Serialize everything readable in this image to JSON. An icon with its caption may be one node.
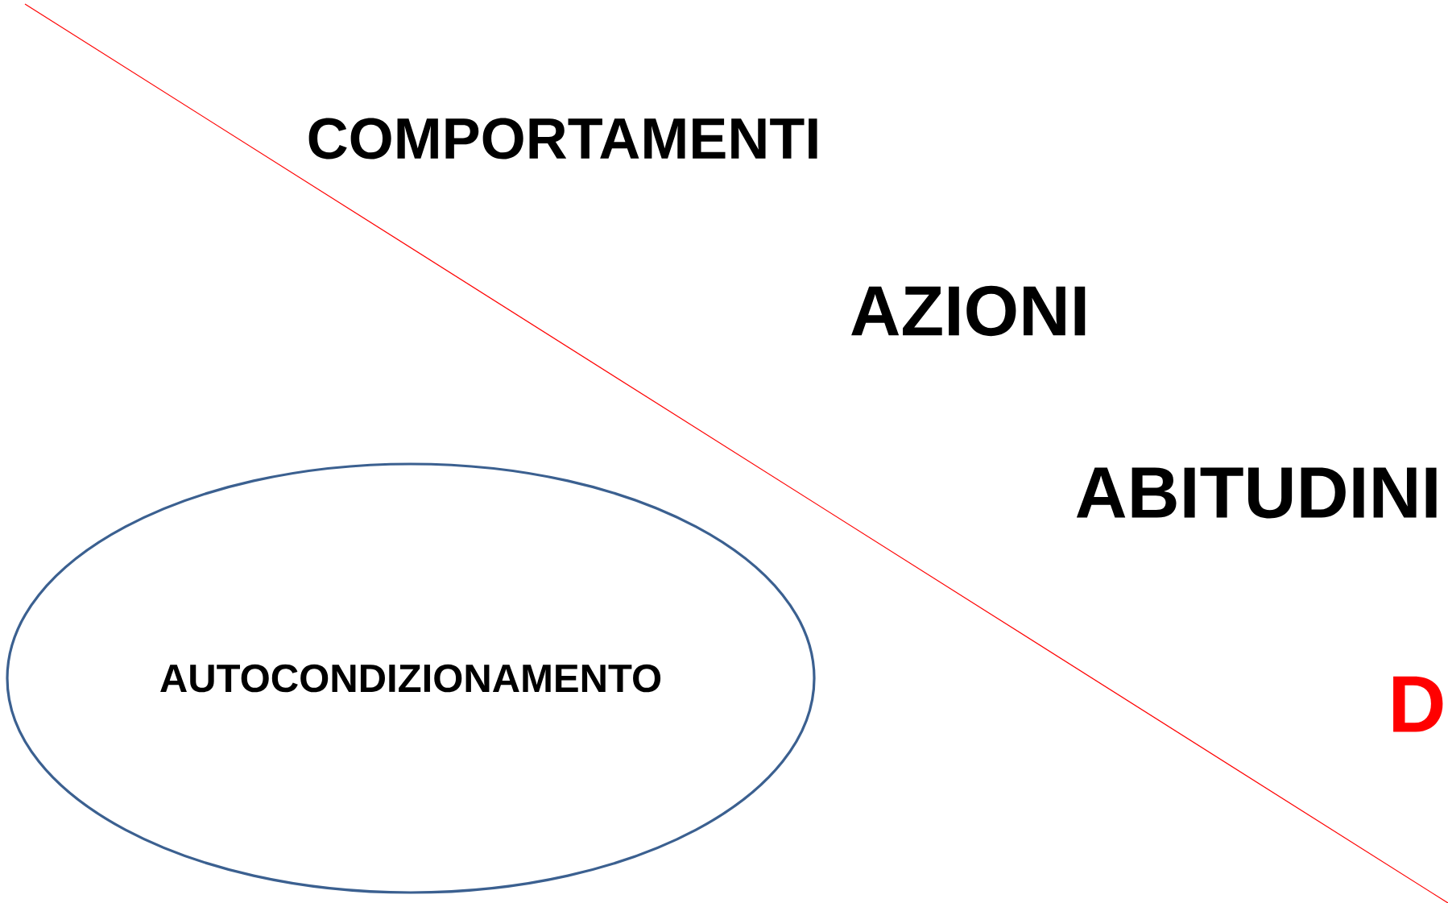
{
  "diagram": {
    "nodes": [
      {
        "text": [
          "AUTOCONDIZIONAMENTO"
        ]
      }
    ],
    "labels": [
      "COMPORTAMENTI",
      "AZIONI",
      "ABITUDINI",
      "D"
    ]
  }
}
